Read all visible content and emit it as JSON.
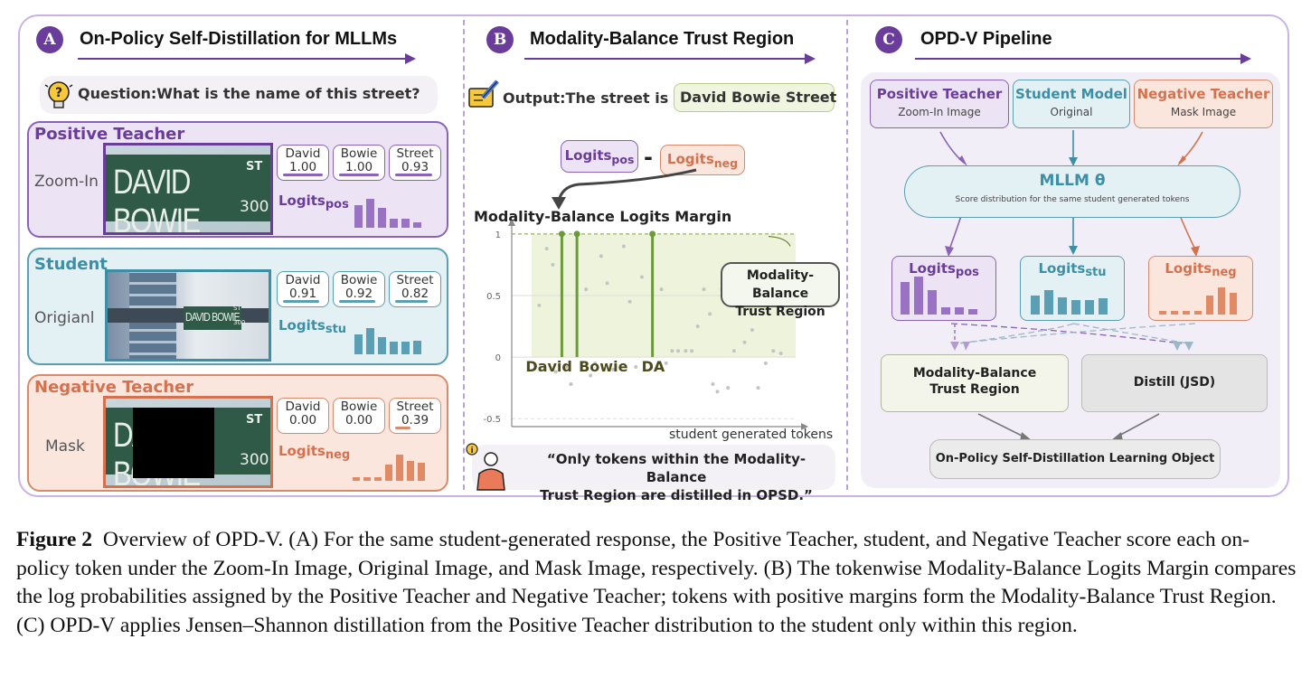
{
  "panel_a": {
    "letter": "A",
    "title": "On-Policy Self-Distillation for MLLMs",
    "question": "Question:What is the name of this street?",
    "positive": {
      "title": "Positive Teacher",
      "label": "Zoom-In",
      "sign_text": "DAVID BOWIE",
      "sign_st": "ST",
      "sign_num": "300",
      "tokens": [
        {
          "word": "David",
          "value": "1.00"
        },
        {
          "word": "Bowie",
          "value": "1.00"
        },
        {
          "word": "Street",
          "value": "0.93"
        }
      ],
      "logits": "Logits",
      "logits_sub": "pos",
      "bars": [
        0.75,
        0.95,
        0.65,
        0.28,
        0.28,
        0.18
      ]
    },
    "student": {
      "title": "Student",
      "label": "Origianl",
      "sign_text": "DAVID BOWIE",
      "sign_st": "ST",
      "sign_num": "300",
      "tokens": [
        {
          "word": "David",
          "value": "0.91"
        },
        {
          "word": "Bowie",
          "value": "0.92"
        },
        {
          "word": "Street",
          "value": "0.82"
        }
      ],
      "logits": "Logits",
      "logits_sub": "stu",
      "bars": [
        0.65,
        0.85,
        0.55,
        0.4,
        0.4,
        0.45
      ]
    },
    "negative": {
      "title": "Negative Teacher",
      "label": "Mask",
      "sign_text": "DAVID BOWIE",
      "sign_st": "ST",
      "sign_num": "300",
      "tokens": [
        {
          "word": "David",
          "value": "0.00"
        },
        {
          "word": "Bowie",
          "value": "0.00"
        },
        {
          "word": "Street",
          "value": "0.39"
        }
      ],
      "logits": "Logits",
      "logits_sub": "neg",
      "bars": [
        0.12,
        0.12,
        0.12,
        0.55,
        0.9,
        0.7,
        0.62
      ]
    }
  },
  "panel_b": {
    "letter": "B",
    "title": "Modality-Balance Trust Region",
    "output_label": "Output:The street is",
    "output_answer": "David Bowie Street",
    "logits_pos": "Logits",
    "logits_pos_sub": "pos",
    "minus": "-",
    "logits_neg": "Logits",
    "logits_neg_sub": "neg",
    "chart_title": "Modality-Balance Logits Margin",
    "trust_region_label_1": "Modality-Balance",
    "trust_region_label_2": "Trust Region",
    "xlabel": "student generated tokens",
    "token_labels": [
      "David",
      "Bowie",
      "DA"
    ],
    "quote_1": "“Only tokens within the Modality-Balance",
    "quote_2": "Trust Region are distilled in OPSD.”"
  },
  "chart_data": {
    "type": "scatter",
    "title": "Modality-Balance Logits Margin",
    "xlabel": "student generated tokens",
    "ylabel": "",
    "yticks": [
      "1",
      "0.5",
      "0",
      "-0.5"
    ],
    "ylim": [
      -0.55,
      1.05
    ],
    "highlighted": [
      {
        "label": "David",
        "x": 2,
        "y": 1.0
      },
      {
        "label": "Bowie",
        "x": 3,
        "y": 1.0
      },
      {
        "label": "DA",
        "x": 8,
        "y": 1.0
      }
    ],
    "points": [
      {
        "x": 0.5,
        "y": 0.42
      },
      {
        "x": 1,
        "y": 0.88
      },
      {
        "x": 1.4,
        "y": 0.75
      },
      {
        "x": 1.6,
        "y": -0.12
      },
      {
        "x": 2.3,
        "y": -0.08
      },
      {
        "x": 2.6,
        "y": -0.22
      },
      {
        "x": 3.6,
        "y": 0.55
      },
      {
        "x": 3.9,
        "y": -0.15
      },
      {
        "x": 4.2,
        "y": -0.05
      },
      {
        "x": 4.6,
        "y": 0.82
      },
      {
        "x": 5.0,
        "y": 0.6
      },
      {
        "x": 5.4,
        "y": -0.1
      },
      {
        "x": 6.1,
        "y": 0.9
      },
      {
        "x": 6.5,
        "y": 0.45
      },
      {
        "x": 6.9,
        "y": -0.08
      },
      {
        "x": 7.3,
        "y": 0.65
      },
      {
        "x": 8.6,
        "y": 0.55
      },
      {
        "x": 8.9,
        "y": -0.05
      },
      {
        "x": 9.3,
        "y": 0.05
      },
      {
        "x": 9.7,
        "y": 0.05
      },
      {
        "x": 10.2,
        "y": 0.05
      },
      {
        "x": 10.6,
        "y": 0.05
      },
      {
        "x": 11.0,
        "y": 0.25
      },
      {
        "x": 11.4,
        "y": 0.55
      },
      {
        "x": 11.8,
        "y": 0.35
      },
      {
        "x": 12.0,
        "y": -0.22
      },
      {
        "x": 12.3,
        "y": -0.28
      },
      {
        "x": 12.6,
        "y": 0.55
      },
      {
        "x": 13.0,
        "y": -0.25
      },
      {
        "x": 13.4,
        "y": 0.05
      },
      {
        "x": 13.8,
        "y": 0.45
      },
      {
        "x": 14.1,
        "y": 0.12
      },
      {
        "x": 14.6,
        "y": 0.22
      },
      {
        "x": 15.0,
        "y": -0.25
      },
      {
        "x": 15.5,
        "y": -0.05
      },
      {
        "x": 16.0,
        "y": 0.05
      },
      {
        "x": 16.5,
        "y": 0.03
      }
    ],
    "trust_region": {
      "y_min": 0,
      "y_max": 1
    }
  },
  "panel_c": {
    "letter": "C",
    "title": "OPD-V Pipeline",
    "positive_title": "Positive Teacher",
    "positive_sub": "Zoom-In Image",
    "student_title": "Student Model",
    "student_sub": "Original",
    "negative_title": "Negative Teacher",
    "negative_sub": "Mask Image",
    "mllm_title": "MLLM θ",
    "mllm_sub": "Score distribution for the same student generated tokens",
    "logits": "Logits",
    "pos_sub": "pos",
    "stu_sub": "stu",
    "neg_sub": "neg",
    "trust_1": "Modality-Balance",
    "trust_2": "Trust Region",
    "distill": "Distill (JSD)",
    "objective": "On-Policy Self-Distillation Learning Object"
  },
  "caption": {
    "label": "Figure 2",
    "text": "Overview of OPD-V. (A) For the same student-generated response, the Positive Teacher, student, and Negative Teacher score each on-policy token under the Zoom-In Image, Original Image, and Mask Image, respectively. (B) The tokenwise Modality-Balance Logits Margin compares the log probabilities assigned by the Positive Teacher and Negative Teacher; tokens with positive margins form the Modality-Balance Trust Region. (C) OPD-V applies Jensen–Shannon distillation from the Positive Teacher distribution to the student only within this region."
  },
  "colors": {
    "purple": "#6a3d9a",
    "purple_light": "#ece3f5",
    "teal": "#3d8fa6",
    "teal_light": "#e3f0f4",
    "orange": "#d4724f",
    "orange_light": "#fbe6de",
    "green": "#6a9a3a",
    "green_light": "#f0f5df"
  }
}
